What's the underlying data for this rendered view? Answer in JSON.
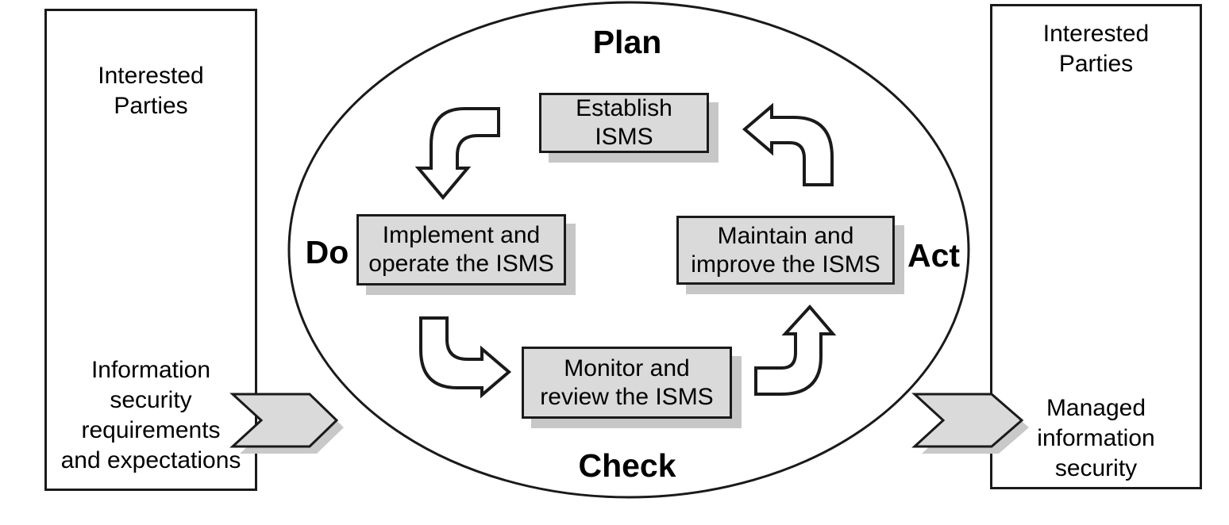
{
  "colors": {
    "background": "#ffffff",
    "line": "#1a1a1a",
    "text": "#000000",
    "box_fill": "#dadada",
    "box_shadow": "#c7c7c7",
    "arrow_fill": "#ffffff",
    "chevron_fill": "#dadada",
    "chevron_shadow": "#c9c9c9"
  },
  "cycle": {
    "stage_labels": {
      "plan": "Plan",
      "do": "Do",
      "check": "Check",
      "act": "Act"
    },
    "nodes": {
      "establish": "Establish\nISMS",
      "implement": "Implement and\noperate the ISMS",
      "maintain": "Maintain and\nimprove the ISMS",
      "monitor": "Monitor and\nreview the ISMS"
    }
  },
  "left_panel": {
    "title": "Interested\nParties",
    "caption": "Information\nsecurity\nrequirements\nand expectations"
  },
  "right_panel": {
    "title": "Interested\nParties",
    "caption": "Managed\ninformation\nsecurity"
  }
}
